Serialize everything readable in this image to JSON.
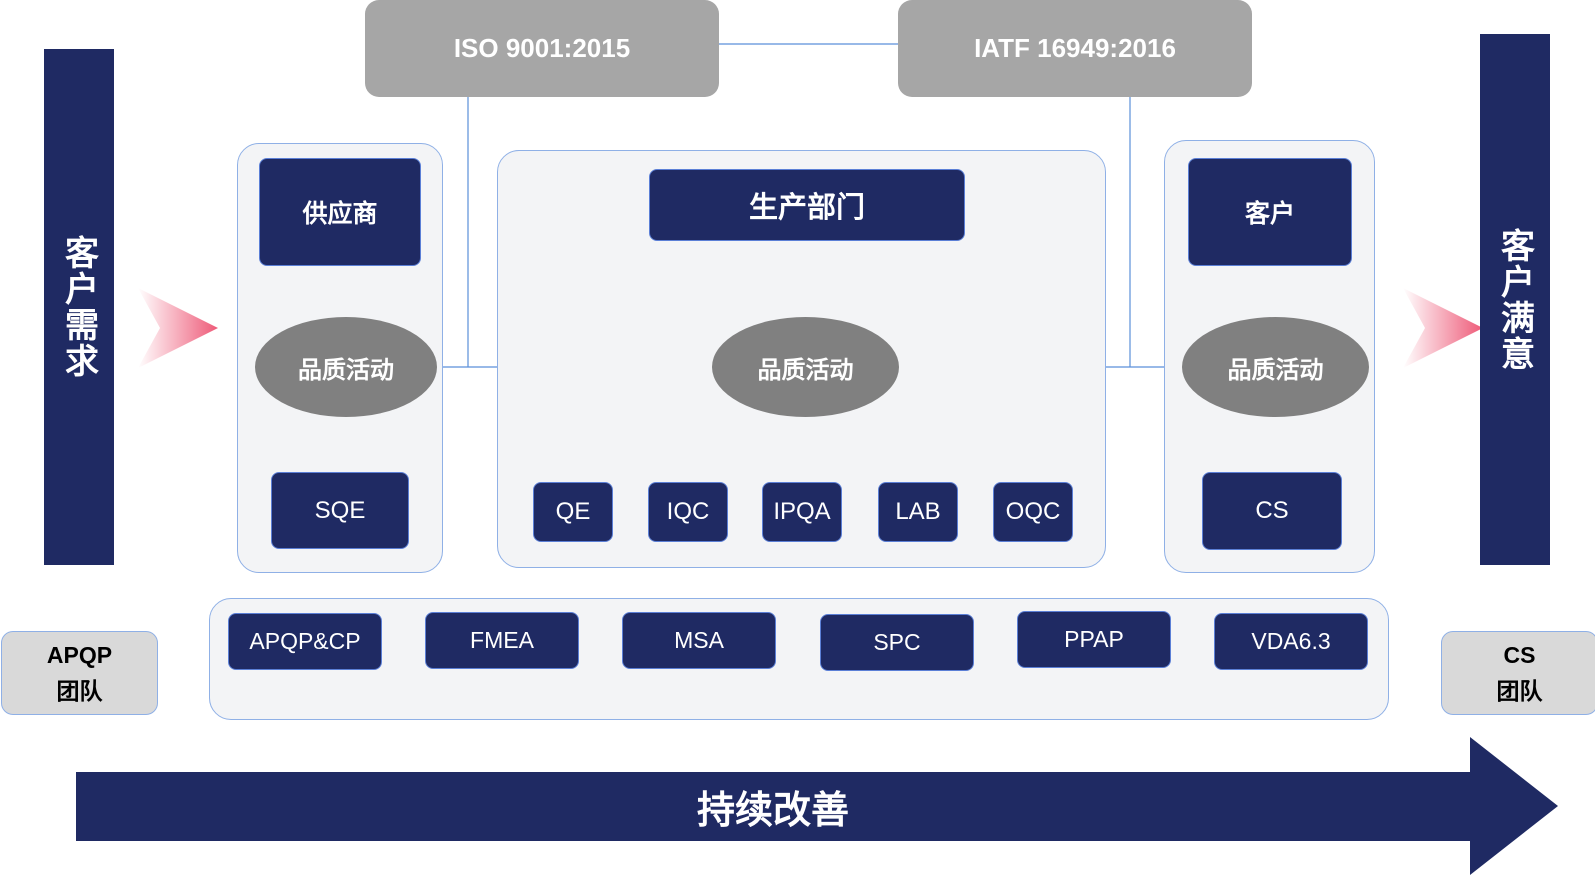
{
  "left_bar": {
    "label": "客户需求"
  },
  "right_bar": {
    "label": "客户满意"
  },
  "standards": [
    {
      "label": "ISO 9001:2015"
    },
    {
      "label": "IATF 16949:2016"
    }
  ],
  "supplier_panel": {
    "top": "供应商",
    "activity": "品质活动",
    "bottom": "SQE"
  },
  "production_panel": {
    "top": "生产部门",
    "activity": "品质活动",
    "subs": [
      "QE",
      "IQC",
      "IPQA",
      "LAB",
      "OQC"
    ]
  },
  "customer_panel": {
    "top": "客户",
    "activity": "品质活动",
    "bottom": "CS"
  },
  "tools": [
    "APQP&CP",
    "FMEA",
    "MSA",
    "SPC",
    "PPAP",
    "VDA6.3"
  ],
  "teams": {
    "left": {
      "line1": "APQP",
      "line2": "团队"
    },
    "right": {
      "line1": "CS",
      "line2": "团队"
    }
  },
  "improvement_arrow": {
    "label": "持续改善"
  },
  "colors": {
    "navy": "#1f2a63",
    "gray": "#a6a6a6",
    "ellipse": "#808080",
    "accent_line": "#5b8fd9",
    "pink_arrow": "#ee5a78"
  }
}
